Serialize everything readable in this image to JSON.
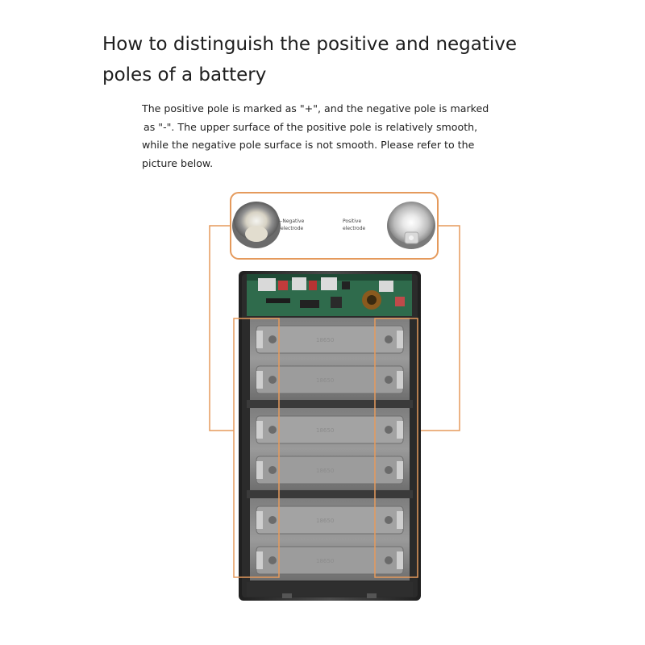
{
  "title": {
    "line1": "How to distinguish the positive and negative",
    "line2": "poles of a battery"
  },
  "description": {
    "line1": "The positive pole is marked as \"+\", and the negative pole is marked",
    "line2": "as \"-\". The upper surface of the positive pole is relatively smooth,",
    "line3": "while the negative pole surface is not smooth. Please refer to the",
    "line4": "picture below."
  },
  "callout": {
    "negative_line1": "--Negative",
    "negative_line2": "electrode",
    "positive_line1": "Positive",
    "positive_line2": "electrode"
  },
  "battery_cell_label": "18650",
  "colors": {
    "accent_orange": "#e59a5c",
    "holder_gray": "#8e8e8e",
    "frame_dark": "#3a3a3a",
    "pcb_green": "#2f6b4c"
  }
}
